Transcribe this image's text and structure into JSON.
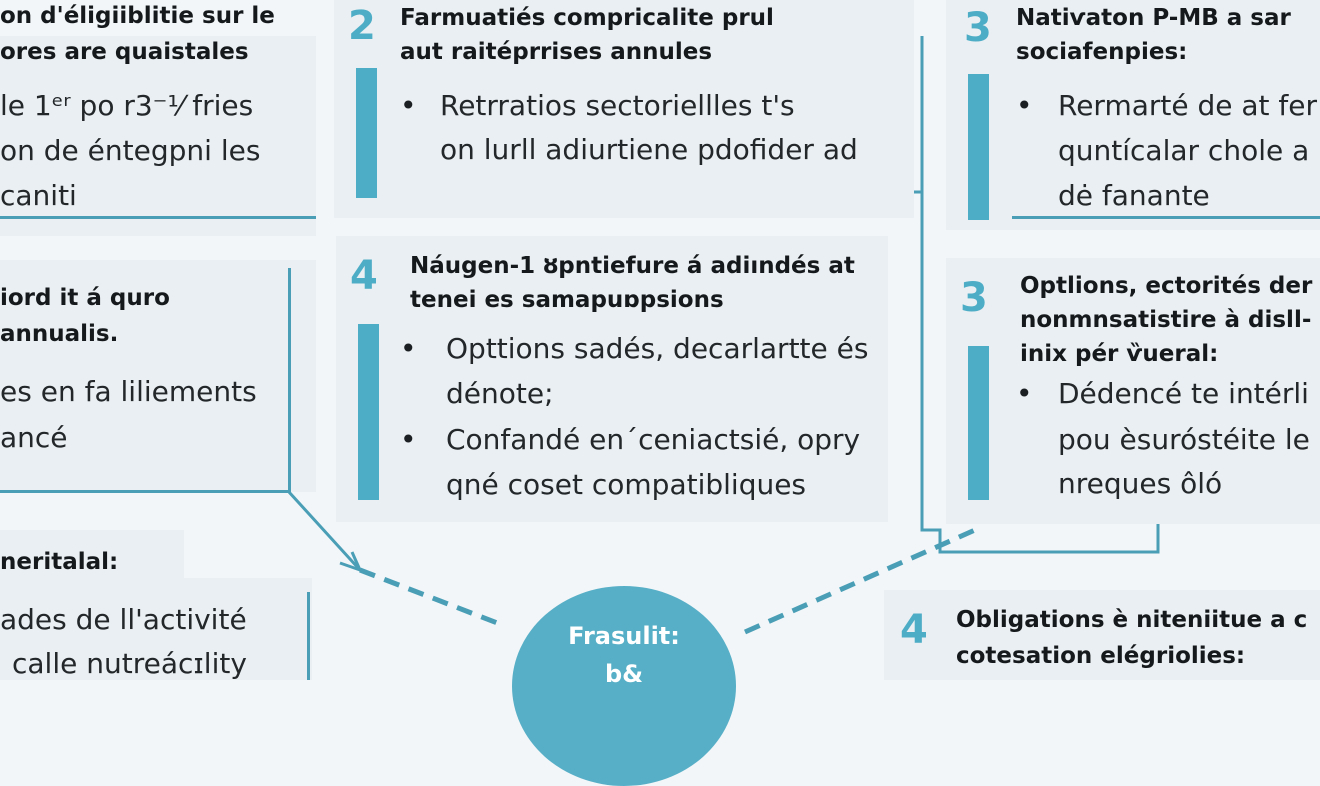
{
  "colors": {
    "accent": "#4eadc6",
    "line": "#4a9fb6",
    "card_bg": "#e9eff2",
    "page_bg": "#f3f6f8",
    "text": "#1c1f22"
  },
  "cards": {
    "top_left": {
      "title_lines": [
        "on d'éligiiblitie sur le",
        "ores are quaistales"
      ],
      "body_lines": [
        "le 1ᵉʳ po r3⁻⅟ fries",
        "on de éntegpni les",
        "caniti"
      ]
    },
    "top_center": {
      "number": "2",
      "title_lines": [
        "Farmuatiés compricalite prul",
        "aut raitéprrises annules"
      ],
      "bullets": [
        {
          "lines": [
            "Retrratios sectoriellles t's",
            "on lurll adiurtiene pdofider ad"
          ]
        }
      ]
    },
    "top_right": {
      "number": "3",
      "title_lines": [
        "Natiѵaton P-MB a sar",
        "sociafenpies:"
      ],
      "bullets": [
        {
          "lines": [
            "Rermarté de at fer",
            "quntícalar chole a",
            "dė fanante"
          ]
        }
      ]
    },
    "mid_left": {
      "title_lines": [
        "iord it á quro",
        "annualis."
      ],
      "body_lines": [
        "es en fa liliements",
        "ancé"
      ]
    },
    "mid_center": {
      "number": "4",
      "title_lines": [
        "Náugen-1 ȣpntiefure á adiındés at",
        "tenei es samapuɒpsions"
      ],
      "bullets": [
        {
          "lines": [
            "Opttions sadés, decarlartte és",
            "dénote;"
          ]
        },
        {
          "lines": [
            "Confandé en´ceniactsié, opry",
            "qné coset compatibliques"
          ]
        }
      ]
    },
    "mid_right": {
      "number": "3",
      "title_lines": [
        "Optlions, ectorités der",
        "nonmnsatistire à disll-",
        "inix pér ѷueral:"
      ],
      "bullets": [
        {
          "lines": [
            "Dédencé te intérli",
            "pou èsuróstéite le",
            "nreques ôló"
          ]
        }
      ]
    },
    "bottom_left": {
      "title_lines": [
        "neritalal:"
      ],
      "body_lines": [
        "ades de ll'activité",
        "calle nutreácɪlity"
      ]
    },
    "bottom_right": {
      "number": "4",
      "title_lines": [
        "Obligations è niteniitue a c",
        "cotesation elégriolies:"
      ]
    }
  },
  "center_node": {
    "label": "Frasulit:",
    "sub": "b&"
  }
}
